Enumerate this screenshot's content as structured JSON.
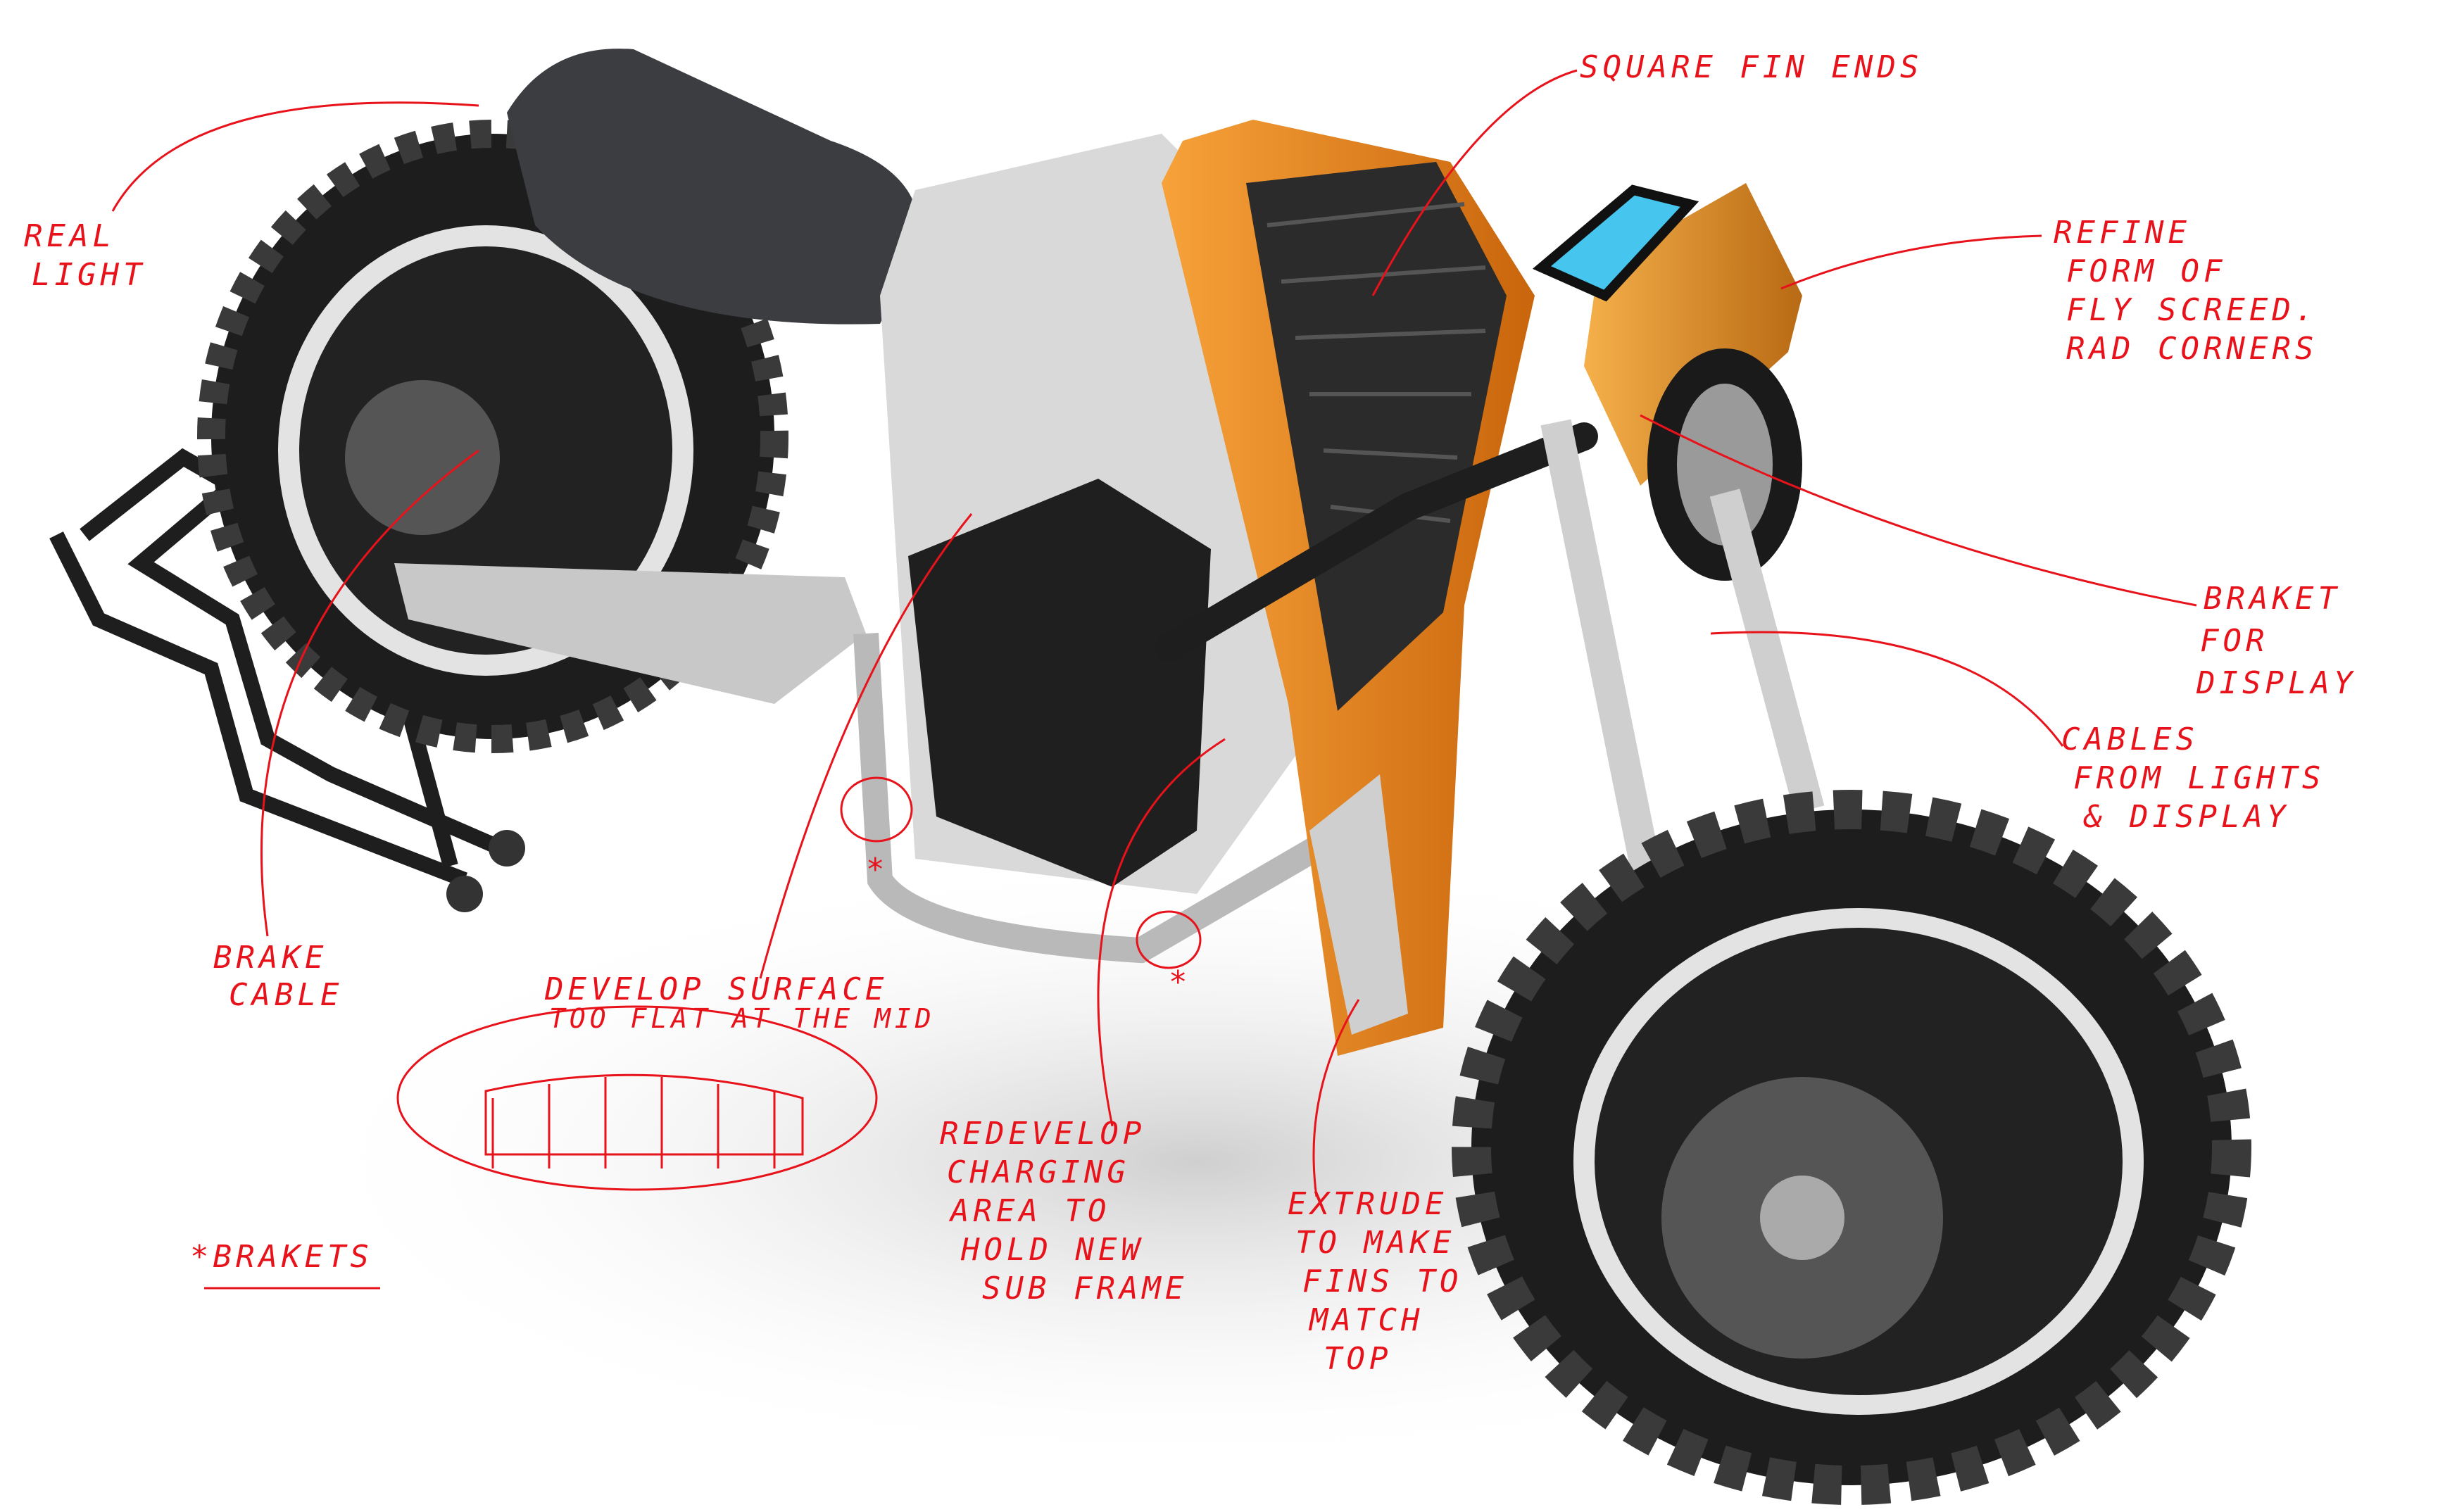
{
  "colors": {
    "annotation": "#e8121b",
    "accent": "#f08a1c",
    "body": "#d8d8d8",
    "dark": "#2a2a2a"
  },
  "annotations": {
    "rear_light": [
      "REAL",
      "LIGHT"
    ],
    "fin_ends": "SQUARE FIN ENDS",
    "fly_screen": [
      "REFINE",
      "FORM OF",
      "FLY SCREED.",
      "RAD CORNERS"
    ],
    "display_bracket": [
      "BRAKET",
      "FOR",
      "DISPLAY"
    ],
    "cables": [
      "CABLES",
      "FROM LIGHTS",
      "& DISPLAY"
    ],
    "brake_cable": [
      "BRAKE",
      "CABLE"
    ],
    "surface": [
      "DEVELOP SURFACE",
      "TOO FLAT AT THE MID"
    ],
    "charging": [
      "REDEVELOP",
      "CHARGING",
      "AREA TO",
      "HOLD NEW",
      "SUB FRAME"
    ],
    "extrude": [
      "EXTRUDE",
      "TO MAKE",
      "FINS TO",
      "MATCH",
      "TOP"
    ],
    "brackets": "*BRAKETS",
    "asterisk": "*"
  }
}
